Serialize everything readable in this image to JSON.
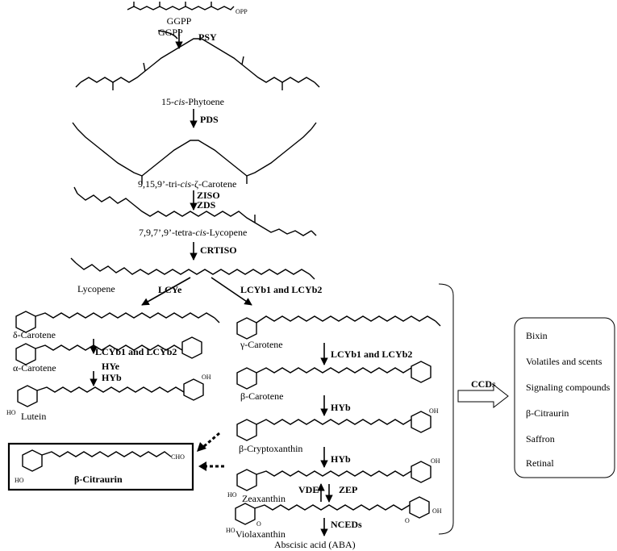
{
  "labels": {
    "ggpp_top": "GGPP",
    "opp": "OPP",
    "ggpp_side": "GGPP",
    "phytoene": [
      "15-",
      "cis",
      "-Phytoene"
    ],
    "zeta_carotene": [
      "9,15,9’-tri-",
      "cis",
      "-ζ-Carotene"
    ],
    "tetra_lycopene": [
      "7,9,7’,9’-tetra-",
      "cis",
      "-Lycopene"
    ],
    "lycopene": "Lycopene",
    "delta_carotene": "δ-Carotene",
    "alpha_carotene": "α-Carotene",
    "lutein": "Lutein",
    "gamma_carotene": "γ-Carotene",
    "beta_carotene": "β-Carotene",
    "beta_cryptoxanthin": "β-Cryptoxanthin",
    "zeaxanthin": "Zeaxanthin",
    "violaxanthin": "Violaxanthin",
    "aba": "Abscisic acid (ABA)",
    "beta_citraurin": "β-Citraurin",
    "oh": "OH",
    "ho": "HO",
    "cho": "CHO",
    "o": "O"
  },
  "enzymes": {
    "psy": "PSY",
    "pds": "PDS",
    "ziso": "ZISO",
    "zds": "ZDS",
    "crtiso": "CRTISO",
    "lcye": "LCYe",
    "lcyb_right": "LCYb1 and LCYb2",
    "lcyb_left": "LCYb1 and LCYb2",
    "lcyb_mid": "LCYb1 and LCYb2",
    "hye": "HYe",
    "hyb_left": "HYb",
    "hyb1": "HYb",
    "hyb2": "HYb",
    "vde": "VDE",
    "zep": "ZEP",
    "nceds": "NCEDs",
    "ccds": "CCDs"
  },
  "products": [
    "Bixin",
    "Volatiles and scents",
    "Signaling compounds",
    "β-Citraurin",
    "Saffron",
    "Retinal"
  ]
}
